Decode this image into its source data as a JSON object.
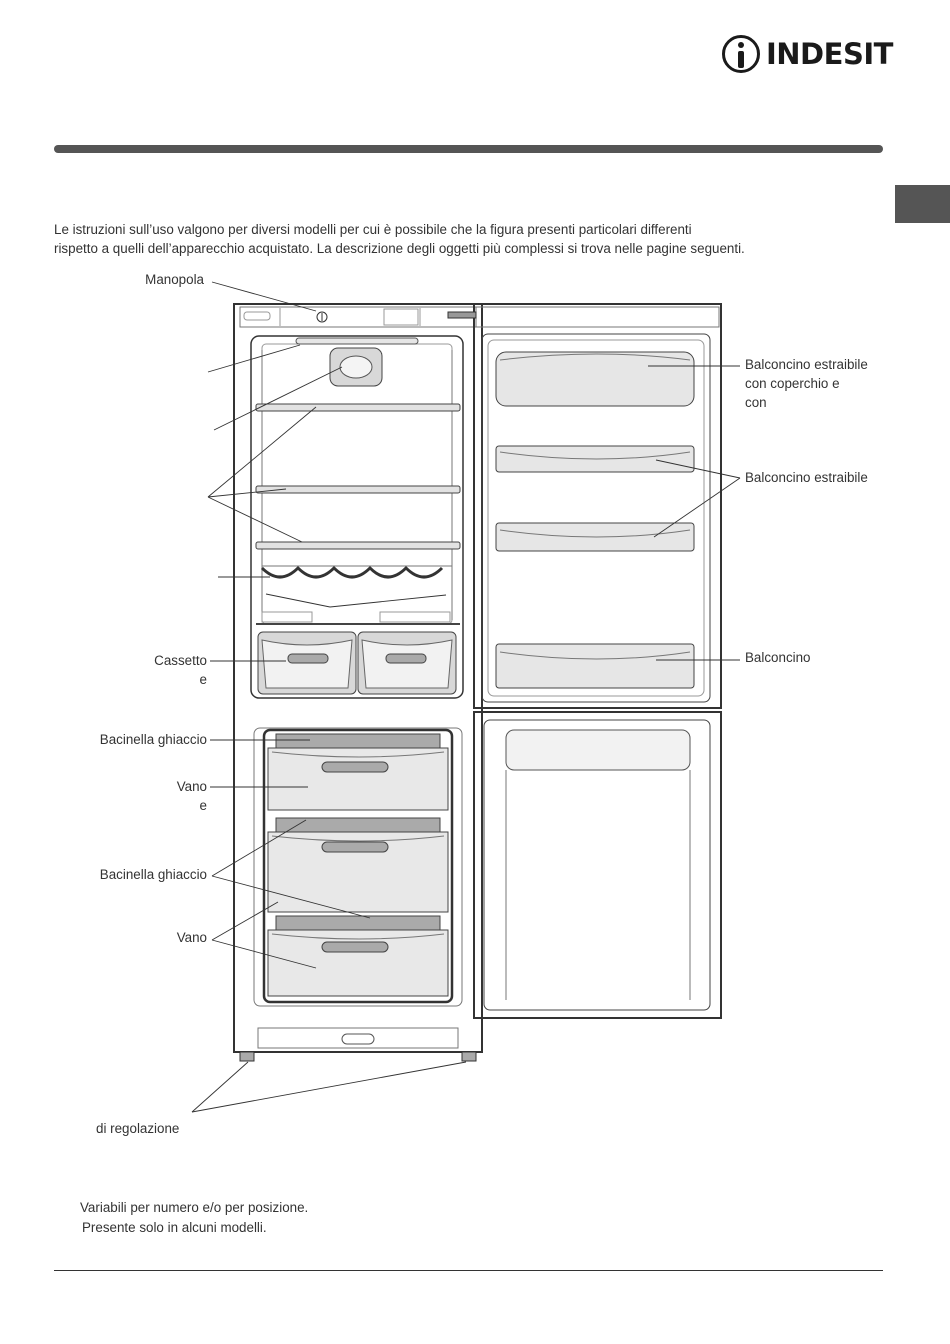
{
  "brand": {
    "name": "INDESIT"
  },
  "intro": {
    "line1": "Le istruzioni sull’uso valgono per diversi modelli per cui è possibile che la figura presenti particolari differenti",
    "line2": "rispetto a quelli dell’apparecchio acquistato. La descrizione degli oggetti più complessi si trova nelle pagine seguenti."
  },
  "labels": {
    "manopola": "Manopola",
    "cassetto": "Cassetto",
    "cassetto_e": "e",
    "bacinella1": "Bacinella ghiaccio",
    "vano1": "Vano",
    "vano1_e": "e",
    "bacinella2": "Bacinella ghiaccio",
    "vano2": "Vano",
    "regolazione": "di regolazione",
    "balc1_l1": "Balconcino estraibile",
    "balc1_l2": "con coperchio e",
    "balc1_l3": "con",
    "balc2": "Balconcino estraibile",
    "balc3": "Balconcino"
  },
  "footnotes": {
    "note1": "Variabili per numero e/o per posizione.",
    "note2": "Presente solo in alcuni modelli."
  },
  "colors": {
    "bar": "#555555",
    "line": "#333333",
    "tray": "#d8d8d8",
    "shade": "#aaaaaa"
  }
}
